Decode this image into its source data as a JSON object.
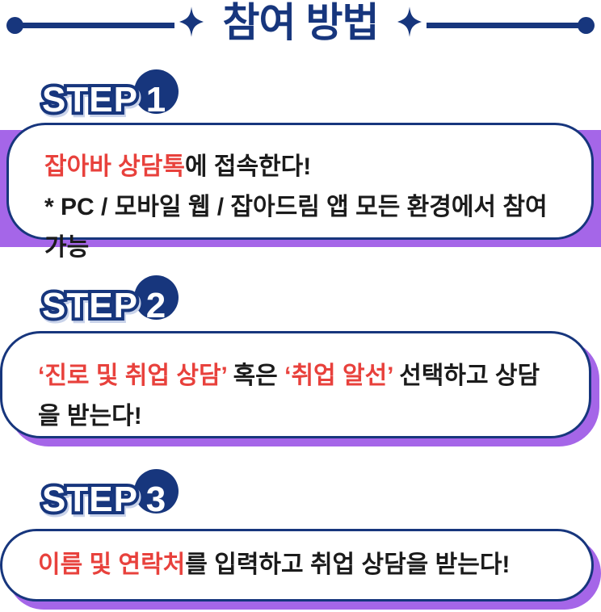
{
  "theme": {
    "navy": "#17367d",
    "purple": "#a566e8",
    "red": "#e8413c",
    "black": "#1b1b1b"
  },
  "header": {
    "title": "참여 방법",
    "left_decoration": "dot-with-line",
    "right_decoration": "line-with-dot",
    "sparkle_icon": "four-point-star"
  },
  "steps": [
    {
      "word": "STEP",
      "number": "1",
      "bubble": {
        "lines": [
          {
            "segments": [
              {
                "text": "잡아바 상담톡",
                "color": "red"
              },
              {
                "text": "에 접속한다!",
                "color": "black"
              }
            ]
          },
          {
            "segments": [
              {
                "text": "* PC / 모바일 웹 / 잡아드림 앱 모든 환경에서 참여 가능",
                "color": "black"
              }
            ]
          }
        ]
      }
    },
    {
      "word": "STEP",
      "number": "2",
      "bubble": {
        "lines": [
          {
            "segments": [
              {
                "text": "‘진로 및 취업 상담’",
                "color": "red"
              },
              {
                "text": " 혹은 ",
                "color": "black"
              },
              {
                "text": "‘취업 알선’",
                "color": "red"
              },
              {
                "text": " 선택하고 상담을 받는다!",
                "color": "black"
              }
            ]
          }
        ]
      }
    },
    {
      "word": "STEP",
      "number": "3",
      "bubble": {
        "lines": [
          {
            "segments": [
              {
                "text": "이름 및 연락처",
                "color": "red"
              },
              {
                "text": "를 입력하고 취업 상담을 받는다!",
                "color": "black"
              }
            ]
          }
        ]
      }
    }
  ]
}
